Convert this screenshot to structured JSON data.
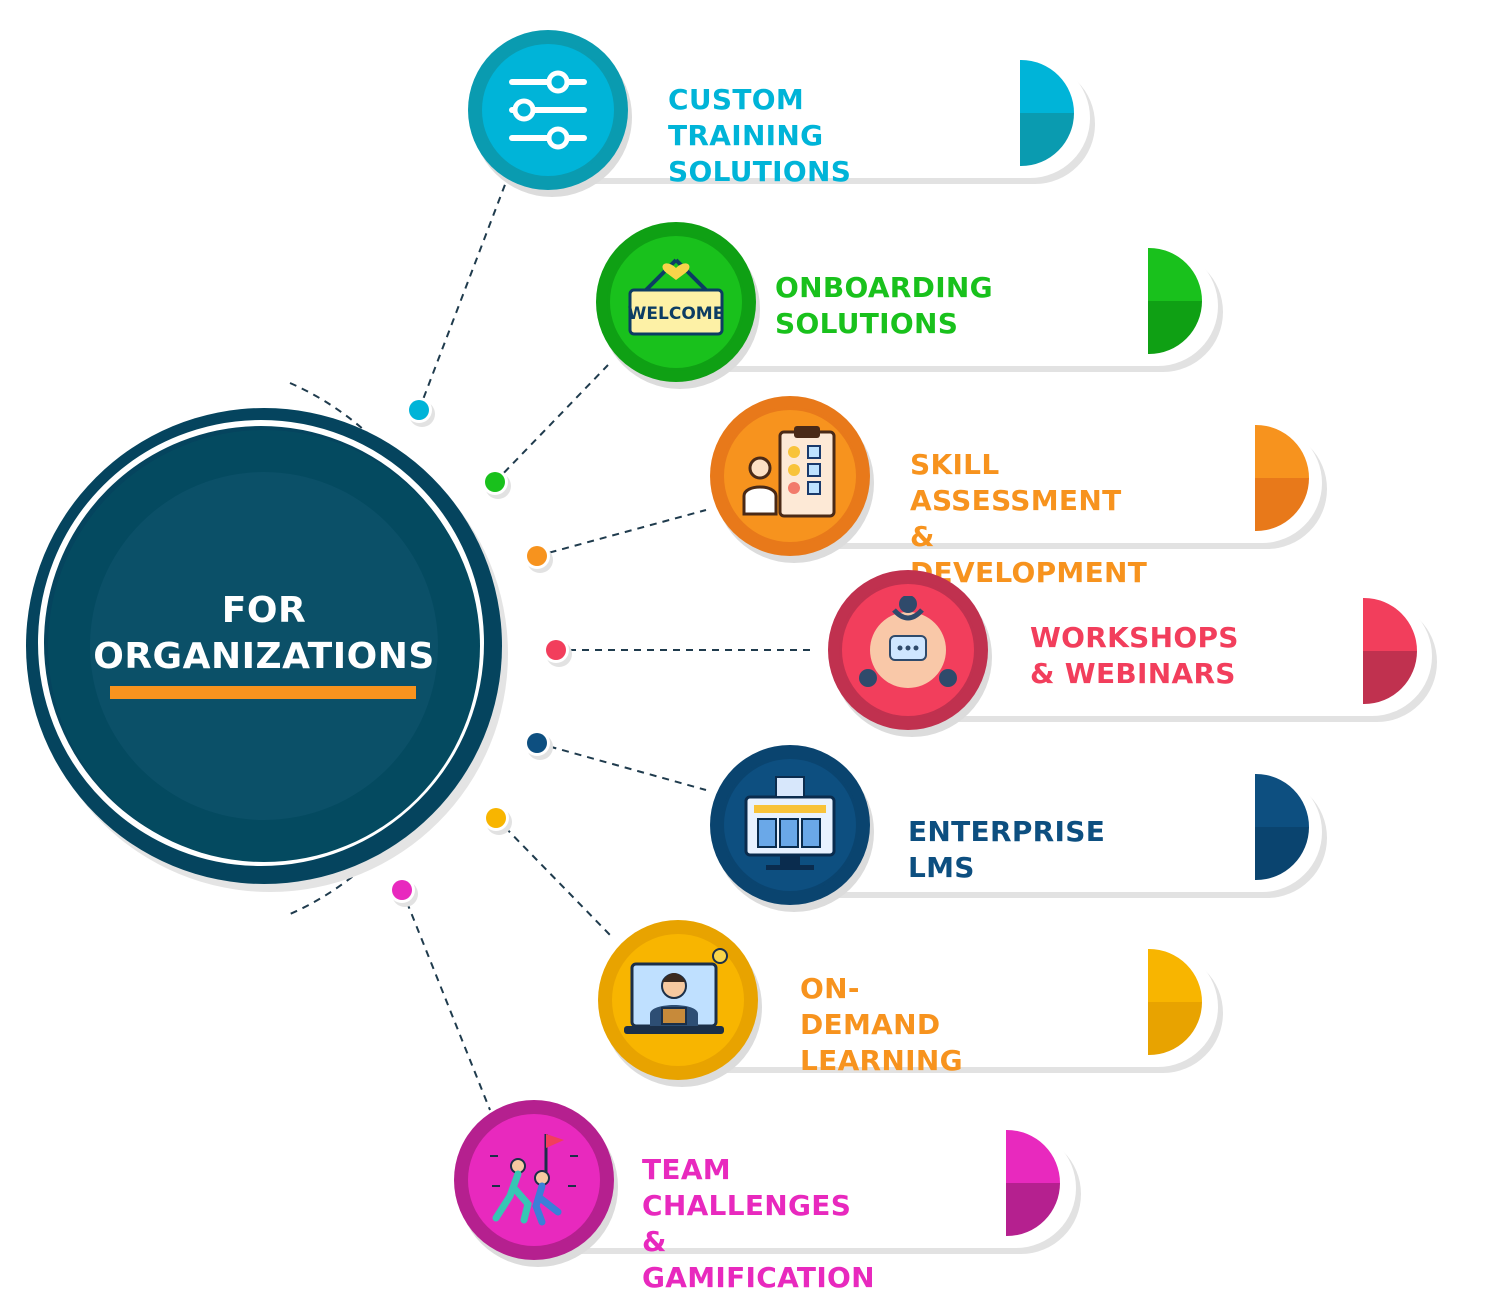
{
  "hub": {
    "title": "FOR\nORGANIZATIONS",
    "accent_color": "#f7931e",
    "color": "#05445e"
  },
  "items": [
    {
      "label": "CUSTOM TRAINING\nSOLUTIONS",
      "color": "#00b4d8",
      "dark": "#0a9bb0",
      "icon": "sliders-icon"
    },
    {
      "label": "ONBOARDING\nSOLUTIONS",
      "color": "#19c11c",
      "dark": "#0fa014",
      "icon": "welcome-sign-icon",
      "sign_text": "WELCOME"
    },
    {
      "label": "SKILL ASSESSMENT\n& DEVELOPMENT",
      "color": "#f7931e",
      "dark": "#e8791a",
      "icon": "assessment-checklist-icon"
    },
    {
      "label": "WORKSHOPS\n& WEBINARS",
      "color": "#f23e5c",
      "dark": "#c0314f",
      "icon": "collaboration-chat-icon"
    },
    {
      "label": "ENTERPRISE LMS",
      "color": "#0d4f80",
      "dark": "#0a446f",
      "icon": "lms-monitor-icon"
    },
    {
      "label": "ON-DEMAND\nLEARNING",
      "color": "#f8b500",
      "dark": "#e8a300",
      "text_color": "#f7931e",
      "icon": "online-learning-icon"
    },
    {
      "label": "TEAM CHALLENGES\n& GAMIFICATION",
      "color": "#e829be",
      "dark": "#b5208f",
      "icon": "team-flag-icon"
    }
  ]
}
